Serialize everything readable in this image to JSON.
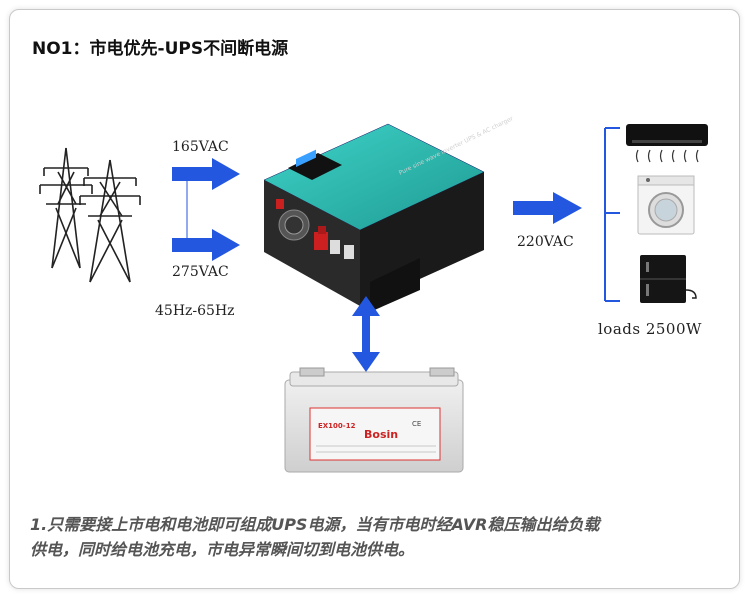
{
  "title": "NO1：市电优先-UPS不间断电源",
  "labels": {
    "input_low": "165VAC",
    "input_high": "275VAC",
    "frequency": "45Hz-65Hz",
    "output": "220VAC",
    "loads": "loads 2500W"
  },
  "device_panel_text": "Pure sine wave inverter UPS & AC charger",
  "battery": {
    "model": "EX100-12",
    "brand": "Bosin",
    "cert": "CE"
  },
  "caption": {
    "line1": "1.只需要接上市电和电池即可组成UPS电源，当有市电时经AVR稳压输出给负载",
    "line2": "供电，同时给电池充电，市电异常瞬间切到电池供电。"
  },
  "colors": {
    "arrow": "#2457e0",
    "inverter_top": "#2fb8b0",
    "inverter_body": "#1c1c1c",
    "battery": "#dedede"
  }
}
